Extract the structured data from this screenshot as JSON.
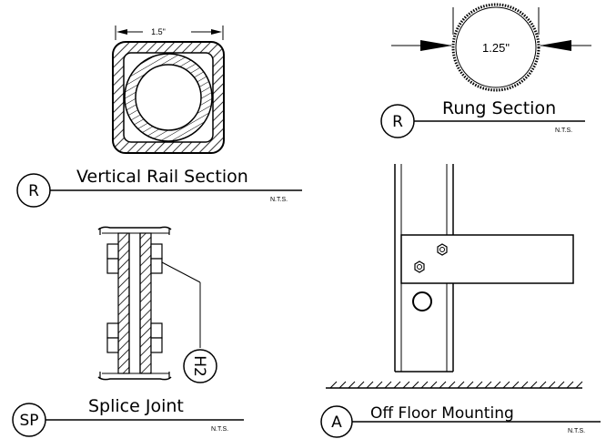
{
  "vertical_rail": {
    "dimension": "1.5\"",
    "tag": "R",
    "title": "Vertical Rail Section",
    "scale_note": "N.T.S."
  },
  "rung": {
    "dimension": "1.25\"",
    "tag": "R",
    "title": "Rung Section",
    "scale_note": "N.T.S."
  },
  "splice": {
    "tag": "SP",
    "title": "Splice Joint",
    "scale_note": "N.T.S.",
    "callout": "H2"
  },
  "mounting": {
    "tag": "A",
    "title": "Off Floor Mounting",
    "scale_note": "N.T.S."
  }
}
